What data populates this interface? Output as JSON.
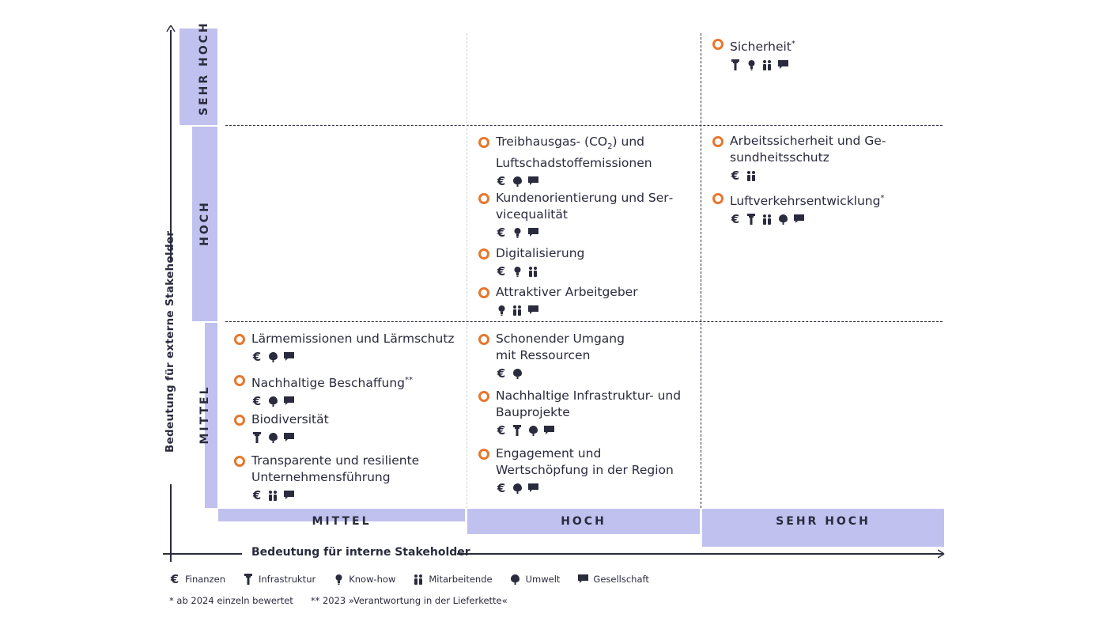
{
  "axes": {
    "y_label_pre": "Bedeutung für ",
    "y_label_bold": "externe",
    "y_label_post": " Stakeholder",
    "x_label_pre": "Bedeutung für ",
    "x_label_bold": "interne",
    "x_label_post": " Stakeholder"
  },
  "y_levels": [
    "SEHR HOCH",
    "HOCH",
    "MITTEL"
  ],
  "x_levels": [
    "MITTEL",
    "HOCH",
    "SEHR HOCH"
  ],
  "topics": {
    "sicherheit": {
      "title": "Sicherheit",
      "mark": "*",
      "icons": [
        "infrastruktur-icon",
        "know-how-icon",
        "mitarbeitende-icon",
        "gesellschaft-icon"
      ]
    },
    "treibhausgas": {
      "title_a": "Treibhausgas- (CO",
      "sub": "2",
      "title_b": ") und Luftschadstoffemissionen",
      "icons": [
        "finanzen-icon",
        "umwelt-icon",
        "gesellschaft-icon"
      ]
    },
    "kunden": {
      "title": "Kundenorientierung und Ser­vicequalität",
      "icons": [
        "finanzen-icon",
        "know-how-icon",
        "gesellschaft-icon"
      ]
    },
    "digital": {
      "title": "Digitalisierung",
      "icons": [
        "finanzen-icon",
        "know-how-icon",
        "mitarbeitende-icon"
      ]
    },
    "arbeitgeber": {
      "title": "Attraktiver Arbeitgeber",
      "icons": [
        "know-how-icon",
        "mitarbeitende-icon",
        "gesellschaft-icon"
      ]
    },
    "arbeitssicherheit": {
      "title": "Arbeitssicherheit und Ge­sundheitsschutz",
      "icons": [
        "finanzen-icon",
        "mitarbeitende-icon"
      ]
    },
    "luftverkehr": {
      "title": "Luftverkehrsentwicklung",
      "mark": "*",
      "icons": [
        "finanzen-icon",
        "infrastruktur-icon",
        "mitarbeitende-icon",
        "umwelt-icon",
        "gesellschaft-icon"
      ]
    },
    "laerm": {
      "title": "Lärmemissionen und Lärmschutz",
      "icons": [
        "finanzen-icon",
        "umwelt-icon",
        "gesellschaft-icon"
      ]
    },
    "beschaffung": {
      "title": "Nachhaltige Beschaffung",
      "mark": "**",
      "icons": [
        "finanzen-icon",
        "umwelt-icon",
        "gesellschaft-icon"
      ]
    },
    "biodiversitaet": {
      "title": "Biodiversität",
      "icons": [
        "infrastruktur-icon",
        "umwelt-icon",
        "gesellschaft-icon"
      ]
    },
    "transparent": {
      "title": "Transparente und resiliente Unternehmensführung",
      "icons": [
        "finanzen-icon",
        "mitarbeitende-icon",
        "gesellschaft-icon"
      ]
    },
    "ressourcen": {
      "title": "Schonender Umgang mit Ressourcen",
      "icons": [
        "finanzen-icon",
        "umwelt-icon"
      ]
    },
    "infrastruktur": {
      "title": "Nachhaltige Infrastruktur- und Bauprojekte",
      "icons": [
        "finanzen-icon",
        "infrastruktur-icon",
        "umwelt-icon",
        "gesellschaft-icon"
      ]
    },
    "engagement": {
      "title": "Engagement und Wertschöpfung in der Region",
      "icons": [
        "finanzen-icon",
        "umwelt-icon",
        "gesellschaft-icon"
      ]
    }
  },
  "legend": [
    {
      "icon": "finanzen-icon",
      "label": "Finanzen"
    },
    {
      "icon": "infrastruktur-icon",
      "label": "Infrastruktur"
    },
    {
      "icon": "know-how-icon",
      "label": "Know-how"
    },
    {
      "icon": "mitarbeitende-icon",
      "label": "Mitarbeitende"
    },
    {
      "icon": "umwelt-icon",
      "label": "Umwelt"
    },
    {
      "icon": "gesellschaft-icon",
      "label": "Gesellschaft"
    }
  ],
  "footnotes": {
    "note1": "* ab 2024 einzeln bewertet",
    "note2": "** 2023 »Verantwortung in der Lieferkette«"
  },
  "colors": {
    "band": "#c1c1ef",
    "dot": "#e8762c",
    "text": "#2a2b3d"
  }
}
